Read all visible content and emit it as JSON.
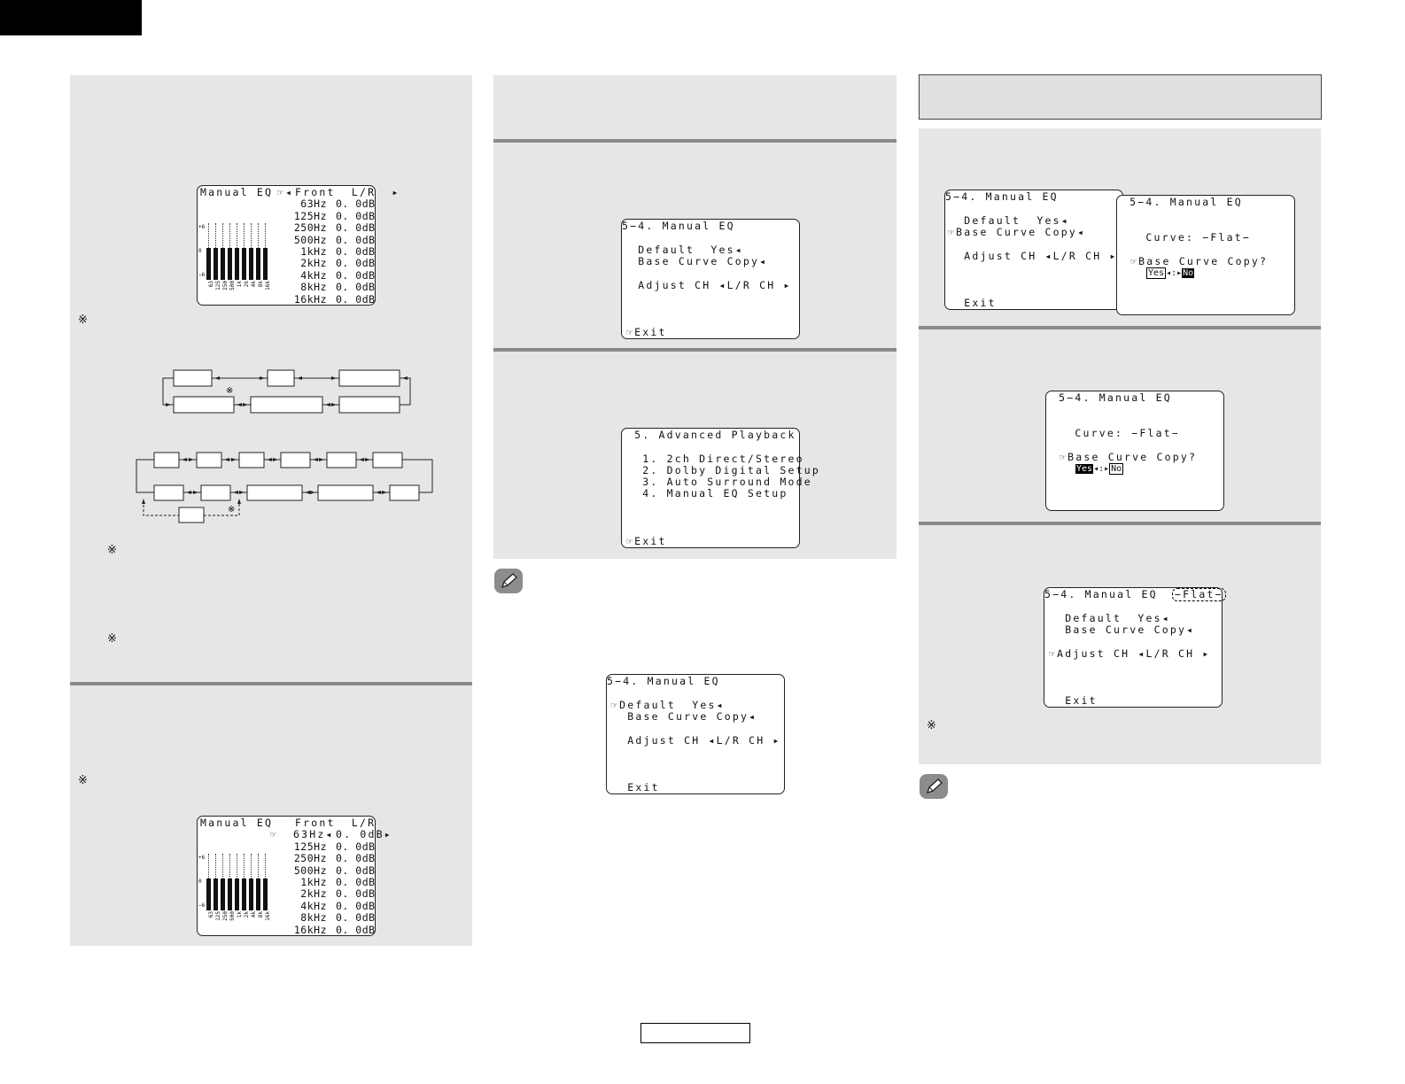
{
  "screens": {
    "eq1": {
      "title": "Manual EQ",
      "cursor": "☞◂",
      "channel": "Front  L/R  ▸",
      "bands": [
        "63Hz",
        "125Hz",
        "250Hz",
        "500Hz",
        "1kHz",
        "2kHz",
        "4kHz",
        "8kHz",
        "16kHz"
      ],
      "values": [
        "0. 0dB",
        "0. 0dB",
        "0. 0dB",
        "0. 0dB",
        "0. 0dB",
        "0. 0dB",
        "0. 0dB",
        "0. 0dB",
        "0. 0dB"
      ],
      "y_labels": [
        "+6",
        "0",
        "−6"
      ],
      "x_labels": [
        "63",
        "125",
        "250",
        "500",
        "1k",
        "2k",
        "4k",
        "8k",
        "16k"
      ]
    },
    "eq2": {
      "title": "Manual EQ",
      "channel": "Front  L/R",
      "cursor": "☞",
      "first_band": "63Hz◂",
      "first_value": "0. 0dB▸",
      "bands": [
        "125Hz",
        "250Hz",
        "500Hz",
        "1kHz",
        "2kHz",
        "4kHz",
        "8kHz",
        "16kHz"
      ],
      "values": [
        "0. 0dB",
        "0. 0dB",
        "0. 0dB",
        "0. 0dB",
        "0. 0dB",
        "0. 0dB",
        "0. 0dB",
        "0. 0dB"
      ],
      "y_labels": [
        "+6",
        "0",
        "−6"
      ],
      "x_labels": [
        "63",
        "125",
        "250",
        "500",
        "1k",
        "2k",
        "4k",
        "8k",
        "16k"
      ]
    },
    "menu_a": {
      "title": "5−4. Manual EQ",
      "l1": "  Default  Yes◂",
      "l2": "  Base Curve Copy◂",
      "l3": "  Adjust CH ◂L/R CH ▸",
      "l4": "☞Exit"
    },
    "menu_b": {
      "title": " 5. Advanced Playback",
      "l1": "  1. 2ch Direct/Stereo",
      "l2": "  2. Dolby Digital Setup",
      "l3": "  3. Auto Surround Mode",
      "l4": "  4. Manual EQ Setup",
      "l5": "☞Exit"
    },
    "menu_c": {
      "title": "5−4. Manual EQ",
      "l1": "☞Default  Yes◂",
      "l2": "  Base Curve Copy◂",
      "l3": "  Adjust CH ◂L/R CH ▸",
      "l4": "  Exit"
    },
    "menu_d": {
      "title": "5−4. Manual EQ",
      "l1": "  Default  Yes◂",
      "l2": "☞Base Curve Copy◂",
      "l3": "  Adjust CH ◂L/R CH ▸",
      "l4": "  Exit"
    },
    "copy_d": {
      "title": " 5−4. Manual EQ",
      "curve": "   Curve: −Flat−",
      "prompt": "☞Base Curve Copy?",
      "yes": "Yes",
      "sep": "◂:▸",
      "no": "No"
    },
    "copy_e": {
      "title": " 5−4. Manual EQ",
      "curve": "   Curve: −Flat−",
      "prompt": "☞Base Curve Copy?",
      "yes": "Yes",
      "sep": "◂:▸",
      "no": "No"
    },
    "menu_f": {
      "title": "5−4. Manual EQ",
      "flat": "−Flat−",
      "l1": "  Default  Yes◂",
      "l2": "  Base Curve Copy◂",
      "l3": "☞Adjust CH ◂L/R CH ▸",
      "l4": "  Exit"
    }
  },
  "marks": {
    "note": "※"
  }
}
